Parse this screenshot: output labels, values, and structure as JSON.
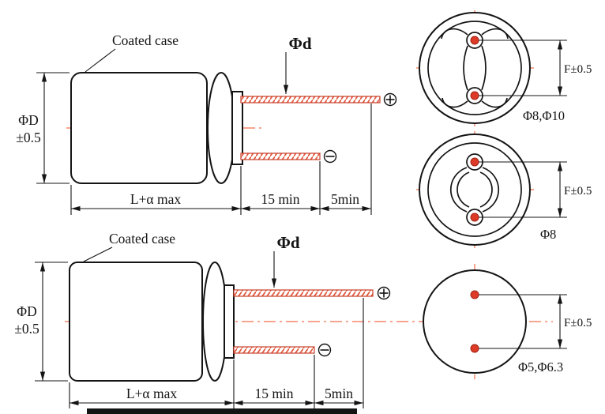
{
  "colors": {
    "outline": "#141414",
    "centerline": "#f4886c",
    "terminal_red": "#dd3b27",
    "lead_hatch": "#e0573c"
  },
  "icons": {
    "positive_terminal": "plus-in-circle",
    "negative_terminal": "minus-in-circle"
  },
  "top_view": {
    "case_label": "Coated case",
    "body_diameter_line1": "ΦD",
    "body_diameter_line2": "±0.5",
    "lead_diameter": "Φd",
    "body_length": "L+α max",
    "lead_length_min": "15 min",
    "lead_tip_min": "5min"
  },
  "bottom_view": {
    "case_label": "Coated case",
    "body_diameter_line1": "ΦD",
    "body_diameter_line2": "±0.5",
    "lead_diameter": "Φd",
    "body_length": "L+α max",
    "lead_length_min": "15 min",
    "lead_tip_min": "5min"
  },
  "end_views": {
    "view1": {
      "size_label": "Φ8,Φ10",
      "pitch_label": "F±0.5"
    },
    "view2": {
      "size_label": "Φ8",
      "pitch_label": "F±0.5"
    },
    "view3": {
      "size_label": "Φ5,Φ6.3",
      "pitch_label": "F±0.5"
    }
  }
}
